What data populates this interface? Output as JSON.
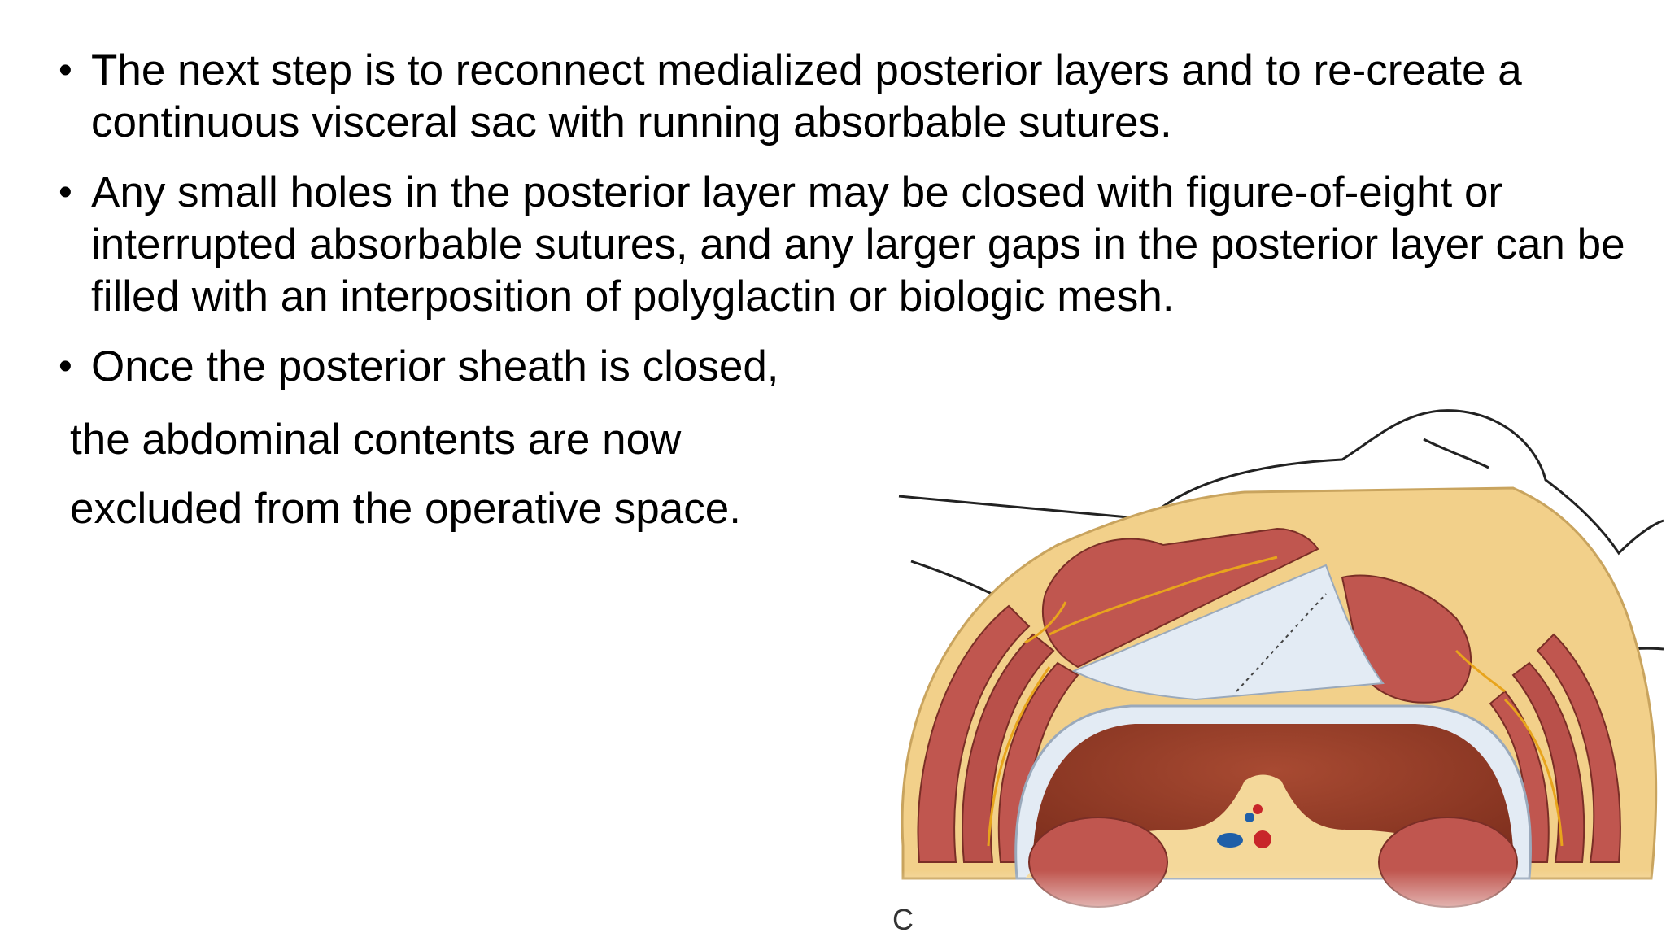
{
  "bullets": [
    {
      "text": "The next step is to reconnect medialized posterior layers and to re-create a continuous visceral sac with running absorbable sutures."
    },
    {
      "text": "Any small holes in the posterior layer may be closed with figure-of-eight or interrupted absorbable sutures, and any larger gaps in the posterior layer can be filled with an interposition of polyglactin or biologic mesh."
    },
    {
      "text": "Once the posterior sheath is closed,"
    }
  ],
  "continuation": [
    "the abdominal contents are now",
    "excluded from the operative space."
  ],
  "figure": {
    "label": "C"
  },
  "colors": {
    "muscle": "#c0564f",
    "fat": "#f2d08a",
    "viscera": "#8e3a26",
    "fascia": "#e3ebf4",
    "nerve": "#e8a41c",
    "vessel_blue": "#1f5fa8",
    "vessel_red": "#c8262a"
  }
}
